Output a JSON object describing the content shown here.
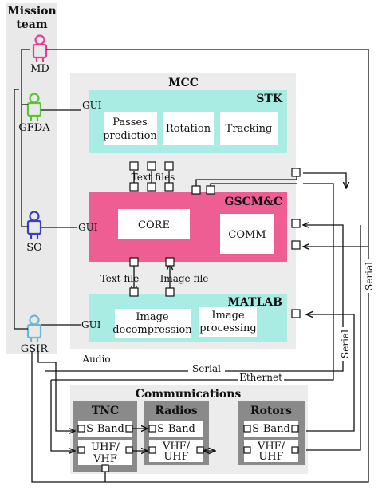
{
  "mission_team": {
    "title_line1": "Mission",
    "title_line2": "team",
    "members": [
      {
        "role": "MD",
        "color": "#e0409a"
      },
      {
        "role": "GFDA",
        "color": "#5cc13a"
      },
      {
        "role": "SO",
        "color": "#3a3fbf"
      },
      {
        "role": "GSIR",
        "color": "#6bb6d6"
      }
    ]
  },
  "mcc": {
    "title": "MCC",
    "stk": {
      "label": "STK",
      "color": "#a8ece4",
      "boxes": [
        {
          "line1": "Passes",
          "line2": "prediction"
        },
        {
          "line1": "Rotation"
        },
        {
          "line1": "Tracking"
        }
      ]
    },
    "gscmc": {
      "label": "GSCM&C",
      "color": "#ee5e93",
      "boxes": [
        {
          "line1": "CORE"
        },
        {
          "line1": "COMM"
        }
      ]
    },
    "matlab": {
      "label": "MATLAB",
      "color": "#a8ece4",
      "boxes": [
        {
          "line1": "Image",
          "line2": "decompression"
        },
        {
          "line1": "Image",
          "line2": "processing"
        }
      ]
    }
  },
  "interfaces": {
    "gui": "GUI",
    "text_files": "Text files",
    "text_file": "Text file",
    "image_file": "Image file"
  },
  "links": {
    "audio": "Audio",
    "serial": "Serial",
    "ethernet": "Ethernet"
  },
  "communications": {
    "title": "Communications",
    "tnc": {
      "title": "TNC",
      "port1": "S-Band",
      "port2_line1": "UHF/",
      "port2_line2": "VHF"
    },
    "radios": {
      "title": "Radios",
      "port1": "S-Band",
      "port2_line1": "VHF/",
      "port2_line2": "UHF"
    },
    "rotors": {
      "title": "Rotors",
      "port1": "S-Band",
      "port2_line1": "VHF/",
      "port2_line2": "UHF"
    }
  }
}
